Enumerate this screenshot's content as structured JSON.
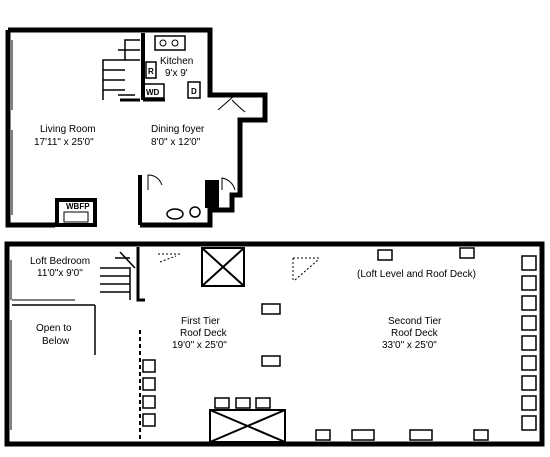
{
  "floors": {
    "lower": {
      "rooms": {
        "kitchen": {
          "name": "Kitchen",
          "dims": "9'x 9'"
        },
        "living_room": {
          "name": "Living Room",
          "dims": "17'11\" x 25'0\""
        },
        "dining_foyer": {
          "name": "Dining foyer",
          "dims": "8'0\" x 12'0\""
        }
      },
      "fixtures": {
        "fireplace": "WBFP",
        "washer_dryer": "WD",
        "fridge": "R",
        "dishwasher": "D"
      }
    },
    "upper": {
      "rooms": {
        "loft_bedroom": {
          "name": "Loft Bedroom",
          "dims": "11'0\"x 9'0\""
        },
        "open_below": {
          "line1": "Open to",
          "line2": "Below"
        },
        "first_tier": {
          "line1": "First Tier",
          "line2": "Roof Deck",
          "dims": "19'0\" x 25'0\""
        },
        "second_tier": {
          "line1": "Second Tier",
          "line2": "Roof Deck",
          "dims": "33'0\" x 25'0\""
        }
      },
      "level_caption": "(Loft Level and Roof Deck)"
    }
  },
  "colors": {
    "wall": "#000000",
    "background": "#ffffff"
  }
}
